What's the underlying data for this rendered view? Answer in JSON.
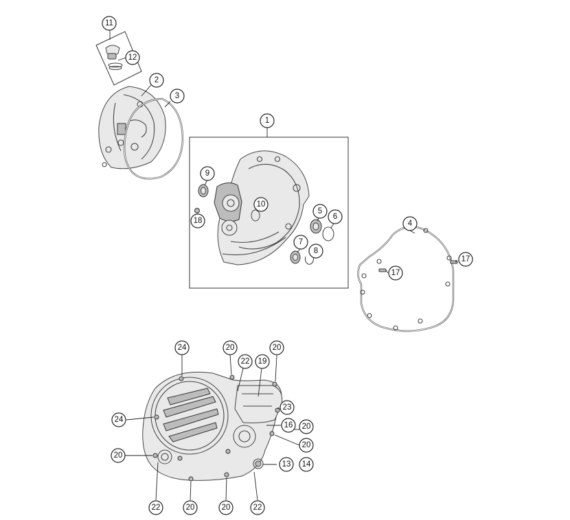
{
  "diagram": {
    "callouts": [
      {
        "id": "c11",
        "label": "11"
      },
      {
        "id": "c12",
        "label": "12"
      },
      {
        "id": "c2",
        "label": "2"
      },
      {
        "id": "c3",
        "label": "3"
      },
      {
        "id": "c1",
        "label": "1"
      },
      {
        "id": "c9",
        "label": "9"
      },
      {
        "id": "c10",
        "label": "10"
      },
      {
        "id": "c18",
        "label": "18"
      },
      {
        "id": "c5",
        "label": "5"
      },
      {
        "id": "c6",
        "label": "6"
      },
      {
        "id": "c7",
        "label": "7"
      },
      {
        "id": "c8",
        "label": "8"
      },
      {
        "id": "c4",
        "label": "4"
      },
      {
        "id": "c17a",
        "label": "17"
      },
      {
        "id": "c17b",
        "label": "17"
      },
      {
        "id": "c24a",
        "label": "24"
      },
      {
        "id": "c20a",
        "label": "20"
      },
      {
        "id": "c22a",
        "label": "22"
      },
      {
        "id": "c19",
        "label": "19"
      },
      {
        "id": "c20b",
        "label": "20"
      },
      {
        "id": "c23",
        "label": "23"
      },
      {
        "id": "c24b",
        "label": "24"
      },
      {
        "id": "c16",
        "label": "16"
      },
      {
        "id": "c20c",
        "label": "20"
      },
      {
        "id": "c20d",
        "label": "20"
      },
      {
        "id": "c20e",
        "label": "20"
      },
      {
        "id": "c13",
        "label": "13"
      },
      {
        "id": "c14",
        "label": "14"
      },
      {
        "id": "c22b",
        "label": "22"
      },
      {
        "id": "c20f",
        "label": "20"
      },
      {
        "id": "c20g",
        "label": "20"
      },
      {
        "id": "c22c",
        "label": "22"
      }
    ]
  }
}
